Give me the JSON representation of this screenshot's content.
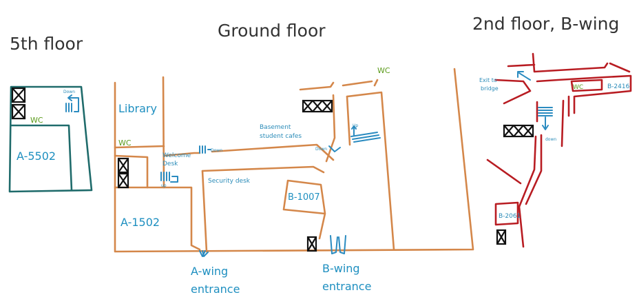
{
  "floors": {
    "fifth": {
      "title": "5th floor",
      "wc": "WC",
      "room": "A-5502",
      "stairs": "Down"
    },
    "ground": {
      "title": "Ground floor",
      "library": "Library",
      "wc_left": "WC",
      "wc_top": "WC",
      "welcome_desk_1": "Welcome",
      "welcome_desk_2": "Desk",
      "stairs_up_welcome": "up",
      "stairs_down_corridor": "Down",
      "basement_1": "Basement",
      "basement_2": "student cafes",
      "stairs_up_cafe": "Up",
      "stairs_down_cafe": "Down",
      "security_desk": "Security desk",
      "room_b1007": "B-1007",
      "room_a1502": "A-1502",
      "a_wing_1": "A-wing",
      "a_wing_2": "entrance",
      "b_wing_1": "B-wing",
      "b_wing_2": "entrance"
    },
    "second": {
      "title": "2nd floor, B-wing",
      "exit_1": "Exit to",
      "exit_2": "bridge",
      "wc": "WC",
      "room_b2416": "B-2416",
      "stairs_down": "down",
      "room_b2061": "B-2061"
    }
  },
  "colors": {
    "title_text": "#333333",
    "room_text": "#1e8fc0",
    "wc_text": "#5a9a1a",
    "ground_walls": "#d4874a",
    "fifth_walls": "#1f6b6b",
    "second_walls": "#b81c22",
    "stairs_arrows": "#2a8bc0",
    "elevators": "#111111"
  },
  "icons": [
    "elevator-icon",
    "stairs-icon",
    "arrow-icon",
    "door-icon"
  ]
}
